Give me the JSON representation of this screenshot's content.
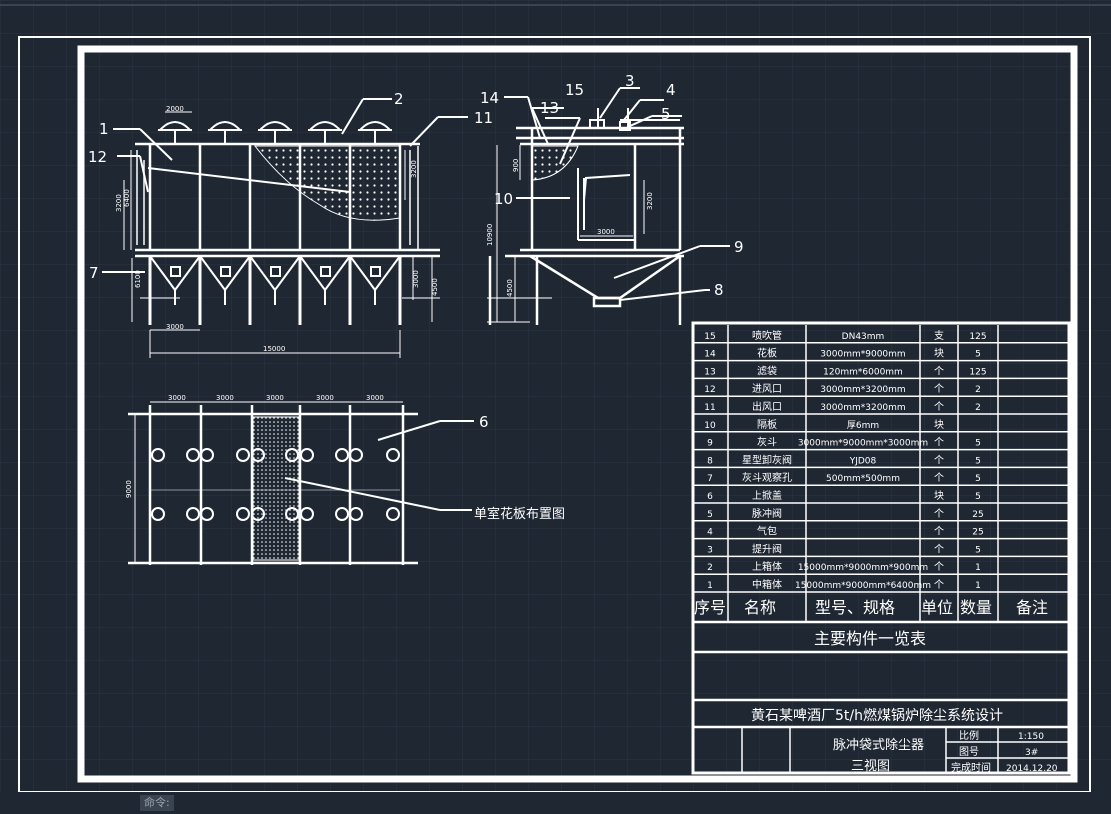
{
  "colors": {
    "background": "#1f2733",
    "grid": "#2b3441",
    "line": "#ffffff"
  },
  "dims": {
    "d_2000": "2000",
    "d_3200a": "3200",
    "d_6400": "6400",
    "d_3200b": "3200",
    "d_6100": "6100",
    "d_3000a": "3000",
    "d_4500a": "4500",
    "d_3000b": "3000",
    "d_15000": "15000",
    "d_900": "900",
    "d_10900": "10900",
    "d_3200c": "3200",
    "d_3000c": "3000",
    "d_4500b": "4500",
    "plan_3000": [
      "3000",
      "3000",
      "3000",
      "3000",
      "3000"
    ],
    "plan_9000": "9000"
  },
  "balloons": [
    "1",
    "2",
    "3",
    "4",
    "5",
    "6",
    "7",
    "8",
    "9",
    "10",
    "11",
    "12",
    "13",
    "14",
    "15"
  ],
  "plan_caption": "单室花板布置图",
  "bom": {
    "rows": [
      {
        "no": "15",
        "name": "喷吹管",
        "spec": "DN43mm",
        "unit": "支",
        "qty": "125"
      },
      {
        "no": "14",
        "name": "花板",
        "spec": "3000mm*9000mm",
        "unit": "块",
        "qty": "5"
      },
      {
        "no": "13",
        "name": "滤袋",
        "spec": "120mm*6000mm",
        "unit": "个",
        "qty": "125"
      },
      {
        "no": "12",
        "name": "进风口",
        "spec": "3000mm*3200mm",
        "unit": "个",
        "qty": "2"
      },
      {
        "no": "11",
        "name": "出风口",
        "spec": "3000mm*3200mm",
        "unit": "个",
        "qty": "2"
      },
      {
        "no": "10",
        "name": "隔板",
        "spec": "厚6mm",
        "unit": "块",
        "qty": ""
      },
      {
        "no": "9",
        "name": "灰斗",
        "spec": "3000mm*9000mm*3000mm",
        "unit": "个",
        "qty": "5"
      },
      {
        "no": "8",
        "name": "星型卸灰阀",
        "spec": "YJD08",
        "unit": "个",
        "qty": "5"
      },
      {
        "no": "7",
        "name": "灰斗观察孔",
        "spec": "500mm*500mm",
        "unit": "个",
        "qty": "5"
      },
      {
        "no": "6",
        "name": "上掀盖",
        "spec": "",
        "unit": "块",
        "qty": "5"
      },
      {
        "no": "5",
        "name": "脉冲阀",
        "spec": "",
        "unit": "个",
        "qty": "25"
      },
      {
        "no": "4",
        "name": "气包",
        "spec": "",
        "unit": "个",
        "qty": "25"
      },
      {
        "no": "3",
        "name": "提升阀",
        "spec": "",
        "unit": "个",
        "qty": "5"
      },
      {
        "no": "2",
        "name": "上箱体",
        "spec": "15000mm*9000mm*900mm",
        "unit": "个",
        "qty": "1"
      },
      {
        "no": "1",
        "name": "中箱体",
        "spec": "15000mm*9000mm*6400mm",
        "unit": "个",
        "qty": "1"
      }
    ],
    "header": {
      "no": "序号",
      "name": "名称",
      "spec": "型号、规格",
      "unit": "单位",
      "qty": "数量",
      "note": "备注"
    },
    "title": "主要构件一览表"
  },
  "title_block": {
    "project": "黄石某啤酒厂5t/h燃煤锅炉除尘系统设计",
    "drawing_name_1": "脉冲袋式除尘器",
    "drawing_name_2": "三视图",
    "scale_label": "比例",
    "scale_value": "1:150",
    "number_label": "图号",
    "number_value": "3#",
    "date_label": "完成时间",
    "date_value": "2014.12.20"
  },
  "command_label": "命令:"
}
